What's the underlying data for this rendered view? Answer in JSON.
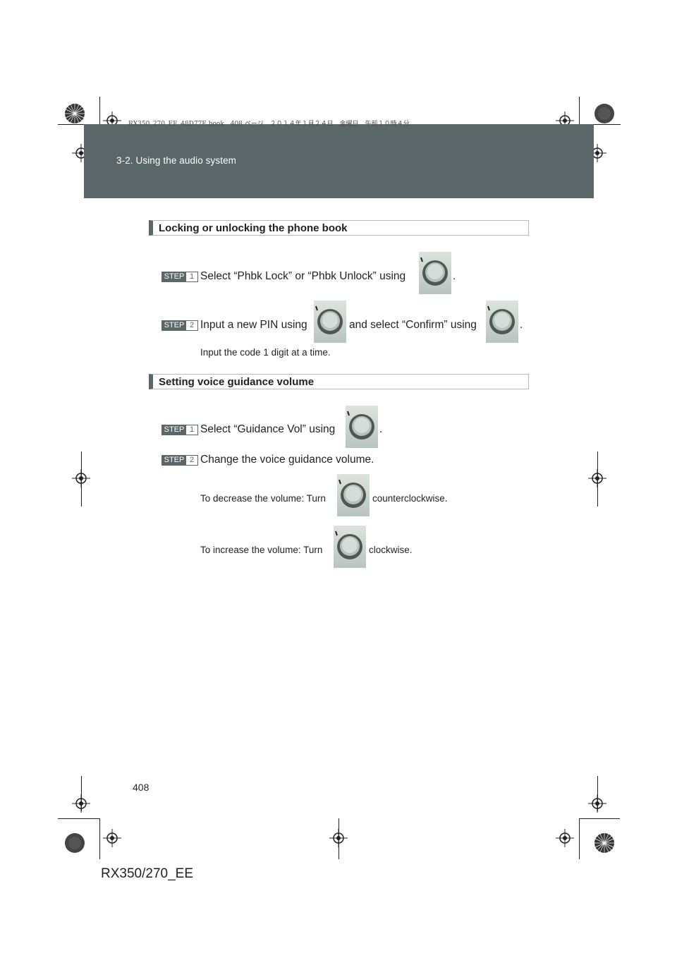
{
  "book_line": "RX350_270_EE_48D77E.book　408 ページ　２０１４年１月２４日　金曜日　午前１０時４分",
  "header": {
    "section": "3-2. Using the audio system"
  },
  "sections": [
    {
      "title": "Locking or unlocking the phone book",
      "steps": [
        {
          "badge": "STEP",
          "num": "1",
          "before": "Select “Phbk Lock” or “Phbk Unlock” using",
          "after": "."
        },
        {
          "badge": "STEP",
          "num": "2",
          "before": "Input a new PIN using",
          "middle": "and select “Confirm” using",
          "after": "."
        }
      ],
      "note": "Input the code 1 digit at a time."
    },
    {
      "title": "Setting voice guidance volume",
      "steps": [
        {
          "badge": "STEP",
          "num": "1",
          "before": "Select “Guidance Vol” using",
          "after": "."
        },
        {
          "badge": "STEP",
          "num": "2",
          "text": "Change the voice guidance volume."
        }
      ],
      "decrease": {
        "before": "To decrease the volume: Turn",
        "after": "counterclockwise."
      },
      "increase": {
        "before": "To increase the volume: Turn",
        "after": "clockwise."
      }
    }
  ],
  "footer": {
    "page_number": "408",
    "model": "RX350/270_EE"
  },
  "icons": {
    "knob": "tune-knob-icon"
  },
  "colors": {
    "header_band": "#5a6667",
    "step_badge": "#5a6667"
  }
}
